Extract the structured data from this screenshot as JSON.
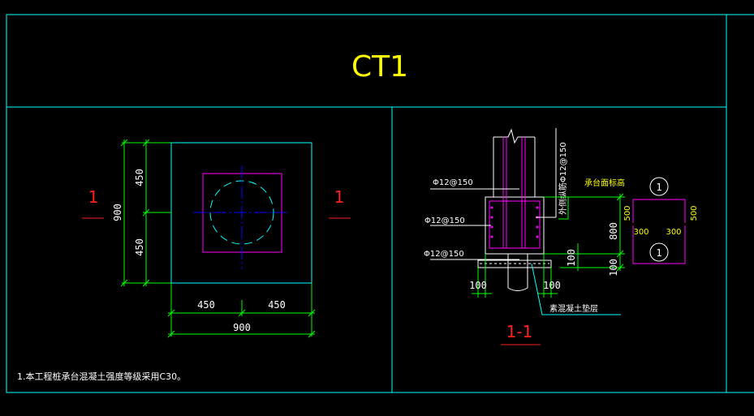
{
  "drawing": {
    "title": "CT1",
    "plan": {
      "section_mark_left": "1",
      "section_mark_right": "1",
      "dim_top_half": "450",
      "dim_bottom_half": "450",
      "dim_total_vertical": "900",
      "dim_left_half": "450",
      "dim_right_half": "450",
      "dim_total_horizontal": "900"
    },
    "section": {
      "label": "1-1",
      "rebar_top": "Φ12@150",
      "rebar_mid": "Φ12@150",
      "rebar_bottom": "Φ12@150",
      "rebar_vertical": "外侧纵筋Φ12@150",
      "cap_top_label": "承台面标高",
      "height_total": "800",
      "height_bottom": "100",
      "cushion_left": "100",
      "cushion_right": "100",
      "cushion_label": "素混凝土垫层",
      "offset_100": "100"
    },
    "detail": {
      "mark_top": "1",
      "mark_bottom": "1",
      "dim_left": "500",
      "dim_right": "500",
      "dim_300_left": "300",
      "dim_300_right": "300"
    },
    "note": "1.本工程桩承台混凝土强度等级采用C30。"
  },
  "colors": {
    "background": "#000000",
    "frame": "#00ffff",
    "title": "#ffff00",
    "dimension": "#00ff00",
    "cap_outline": "#00ffff",
    "column": "#ff00ff",
    "axis": "#0000ff",
    "section_mark": "#ff2020",
    "text": "#ffffff"
  }
}
